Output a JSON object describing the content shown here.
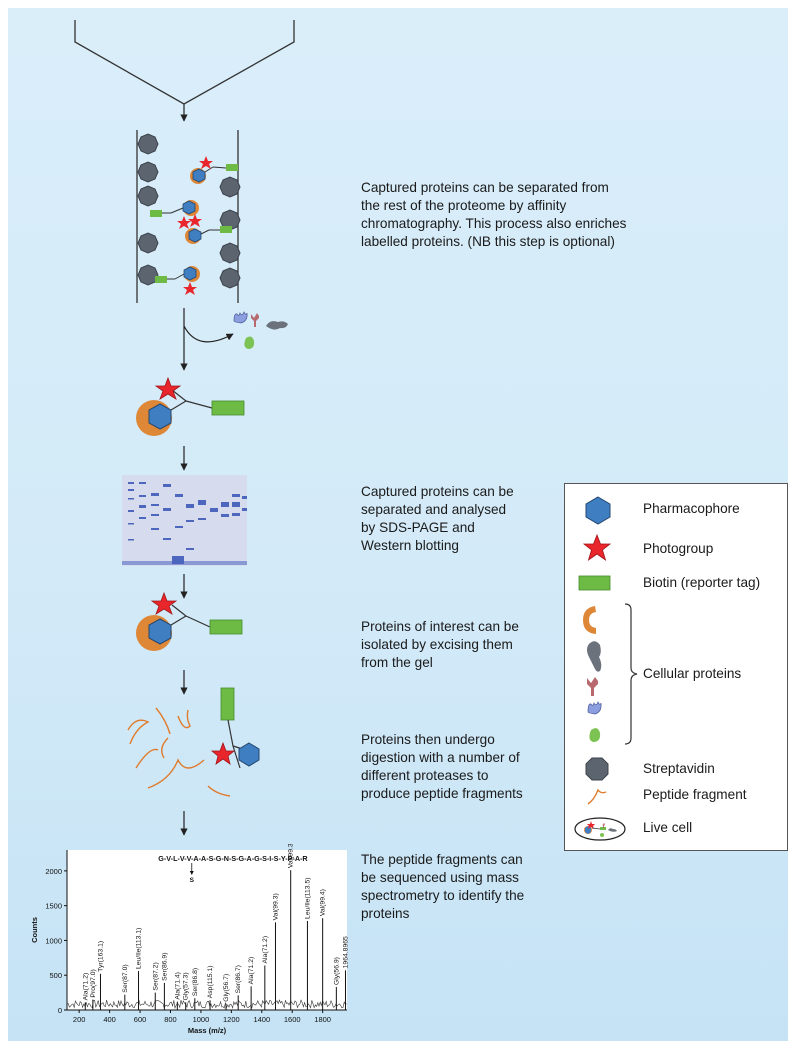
{
  "steps": [
    {
      "text": "Captured proteins can be separated from\nthe rest of the proteome by affinity\nchromatography. This process also enriches\nlabelled  proteins. (NB this step is optional)"
    },
    {
      "text": "Captured proteins can be\nseparated and analysed\nby SDS-PAGE and\nWestern blotting"
    },
    {
      "text": "Proteins of interest can be\nisolated by excising them\nfrom the gel"
    },
    {
      "text": "Proteins then undergo\ndigestion with a number of\ndifferent  proteases to\nproduce peptide fragments"
    },
    {
      "text": "The peptide fragments can\nbe sequenced using mass\nspectrometry to identify the\nproteins"
    }
  ],
  "legend": {
    "pharmacophore": "Pharmacophore",
    "photogroup": "Photogroup",
    "biotin": "Biotin (reporter tag)",
    "cellular": "Cellular proteins",
    "streptavidin": "Streptavidin",
    "peptide": "Peptide fragment",
    "live_cell": "Live cell"
  },
  "colors": {
    "pharmacophore": "#3f7fc1",
    "photogroup": "#e8262c",
    "biotin": "#6dbb45",
    "protein": "#de8737",
    "streptavidin": "#5c6470"
  },
  "chart_data": {
    "type": "bar",
    "sequence": "G-V-L-V-V-A-A-S-G-N-S-G-A-G-S-I-S-Y-P-A-R",
    "sequence_mark": "S",
    "xlabel": "Mass (m/z)",
    "ylabel": "Counts",
    "xlim": [
      120,
      1960
    ],
    "ylim": [
      0,
      2300
    ],
    "xticks": [
      200,
      400,
      600,
      800,
      1000,
      1200,
      1400,
      1600,
      1800
    ],
    "yticks": [
      0,
      500,
      1000,
      1500,
      2000
    ],
    "peaks": [
      {
        "x": 240,
        "y": 110,
        "label": "Ala(71.2)"
      },
      {
        "x": 290,
        "y": 150,
        "label": "Pro(97.0)"
      },
      {
        "x": 340,
        "y": 520,
        "label": "Tyr(163.1)"
      },
      {
        "x": 500,
        "y": 220,
        "label": "Ser(87.0)"
      },
      {
        "x": 590,
        "y": 560,
        "label": "Leu/Ile(113.1)"
      },
      {
        "x": 700,
        "y": 250,
        "label": "Ser(87.2)"
      },
      {
        "x": 760,
        "y": 390,
        "label": "Ser(86.9)"
      },
      {
        "x": 845,
        "y": 120,
        "label": "Ala(71.4)"
      },
      {
        "x": 900,
        "y": 110,
        "label": "Gly(57.3)"
      },
      {
        "x": 960,
        "y": 170,
        "label": "Ser(86.8)"
      },
      {
        "x": 1060,
        "y": 140,
        "label": "Asp(115.1)"
      },
      {
        "x": 1165,
        "y": 90,
        "label": "Gly(56.7)"
      },
      {
        "x": 1245,
        "y": 210,
        "label": "Ser(86.7)"
      },
      {
        "x": 1330,
        "y": 340,
        "label": "Ala(71.2)"
      },
      {
        "x": 1420,
        "y": 640,
        "label": "Ala(71.2)"
      },
      {
        "x": 1490,
        "y": 1260,
        "label": "Val(99.3)"
      },
      {
        "x": 1590,
        "y": 2010,
        "label": "Val(99.3)"
      },
      {
        "x": 1700,
        "y": 1280,
        "label": "Leu/Ile(113.5)"
      },
      {
        "x": 1800,
        "y": 1320,
        "label": "Val(99.4)"
      },
      {
        "x": 1890,
        "y": 330,
        "label": "Gly(56.9)"
      },
      {
        "x": 1950,
        "y": 570,
        "label": "1964.8965"
      }
    ]
  }
}
